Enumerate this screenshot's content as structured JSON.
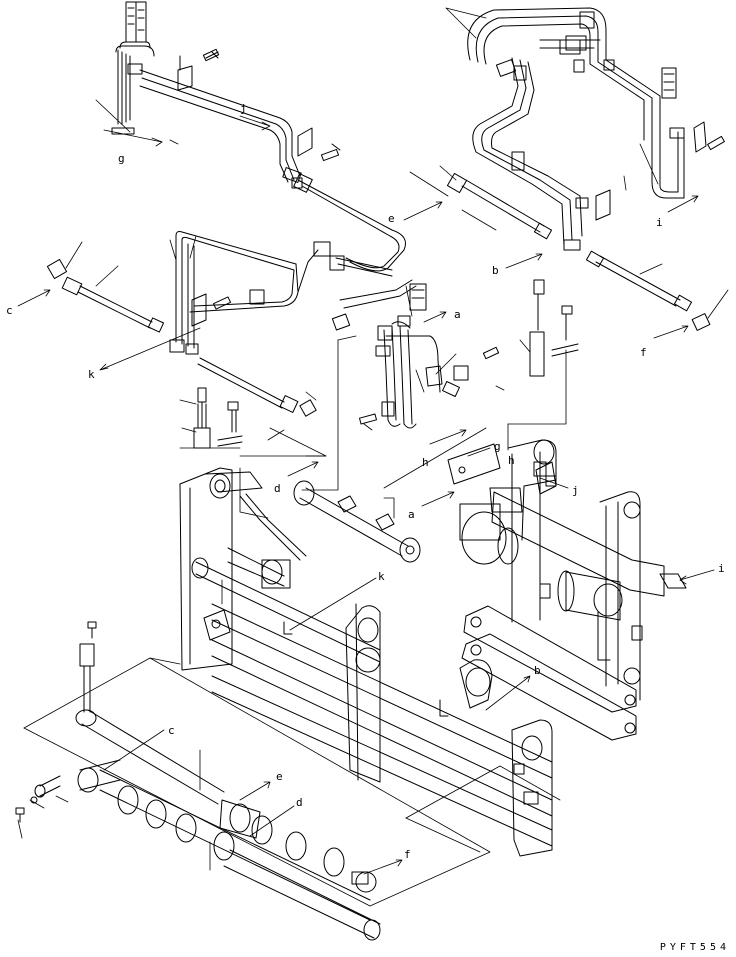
{
  "drawing_code": "PYFT554",
  "callouts": {
    "a1": "a",
    "a2": "a",
    "b1": "b",
    "b2": "b",
    "c1": "c",
    "c2": "c",
    "d1": "d",
    "d2": "d",
    "e1": "e",
    "e2": "e",
    "f1": "f",
    "f2": "f",
    "g1": "g",
    "g2": "g",
    "h1": "h",
    "h2": "h",
    "i1": "i",
    "i2": "i",
    "j1": "j",
    "j2": "j",
    "k1": "k",
    "k2": "k"
  }
}
